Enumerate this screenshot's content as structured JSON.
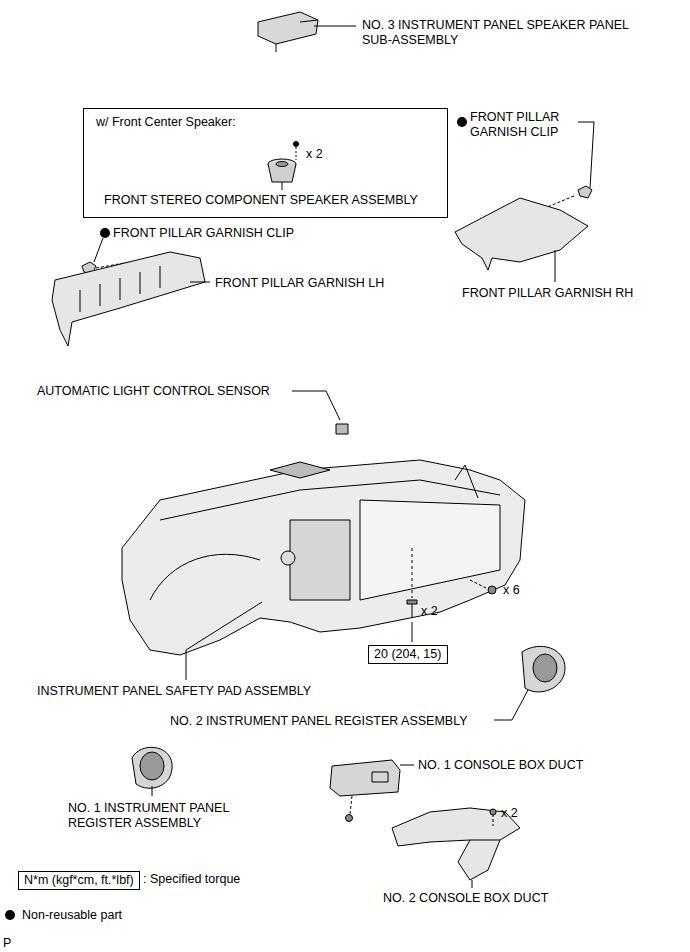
{
  "diagram": {
    "nodes": [
      {
        "text": [
          "w/ Front Center Speaker:",
          "x 2",
          "FRONT STEREO COMPONENT SPEAKER ASSEMBLY"
        ]
      },
      {
        "text": [
          "20 (204, 15)"
        ]
      },
      {
        "text": [
          "N*m (kgf*cm, ft.*lbf)"
        ]
      }
    ],
    "labels": [
      "NO. 3 INSTRUMENT PANEL SPEAKER PANEL SUB-ASSEMBLY",
      "FRONT PILLAR GARNISH CLIP",
      "FRONT PILLAR GARNISH CLIP",
      "FRONT PILLAR GARNISH LH",
      "FRONT PILLAR GARNISH RH",
      "AUTOMATIC LIGHT CONTROL SENSOR",
      "x 6",
      "x 2",
      "INSTRUMENT PANEL SAFETY PAD ASSEMBLY",
      "NO. 2 INSTRUMENT PANEL REGISTER ASSEMBLY",
      "NO. 1 CONSOLE BOX DUCT",
      "NO. 1 INSTRUMENT PANEL REGISTER ASSEMBLY",
      "x 2",
      "NO. 2 CONSOLE BOX DUCT",
      "P"
    ],
    "legend": [
      {
        "text": ": Specified torque"
      },
      {
        "text": "Non-reusable part"
      }
    ]
  }
}
